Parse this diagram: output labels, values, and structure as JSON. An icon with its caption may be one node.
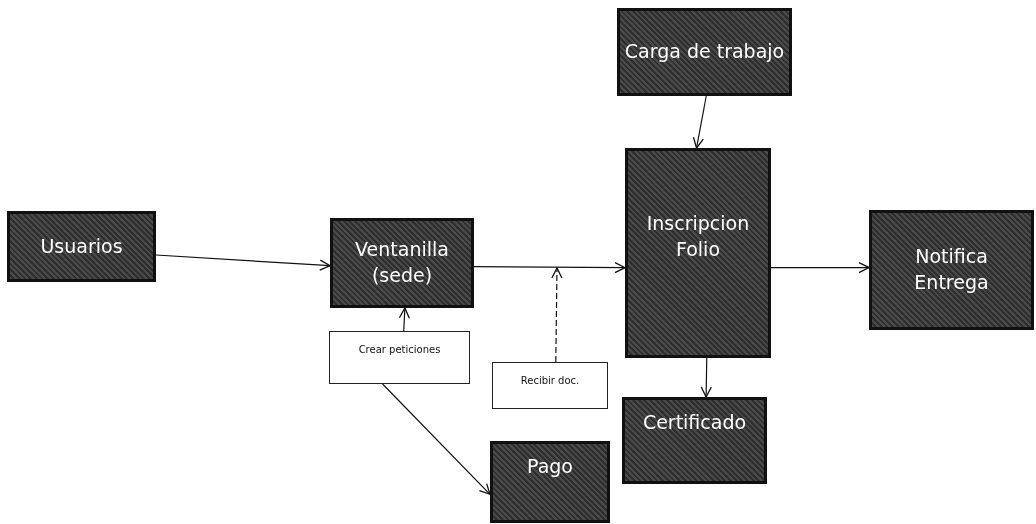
{
  "diagram": {
    "nodes": [
      {
        "text": [
          "Usuarios"
        ]
      },
      {
        "text": [
          "Ventanilla (sede)"
        ]
      },
      {
        "text": [
          "Carga de trabajo"
        ]
      },
      {
        "text": [
          "Inscripcion Folio"
        ]
      },
      {
        "text": [
          "Notifica Entrega"
        ]
      },
      {
        "text": [
          "Crear peticiones"
        ]
      },
      {
        "text": [
          "Recibir doc."
        ]
      },
      {
        "text": [
          "Certificado"
        ]
      },
      {
        "text": [
          "Pago"
        ]
      }
    ],
    "edges": [
      {
        "from": 0,
        "to": 1,
        "arrow": "to"
      },
      {
        "from": 1,
        "to": 3,
        "arrow": "to"
      },
      {
        "from": 2,
        "to": 3,
        "arrow": "to"
      },
      {
        "from": 3,
        "to": 4,
        "arrow": "to"
      },
      {
        "from": 3,
        "to": 7,
        "arrow": "to"
      },
      {
        "from": 5,
        "to": 1,
        "arrow": "to"
      },
      {
        "from": 6,
        "to": null,
        "arrow": "to",
        "style": "dashed"
      },
      {
        "from": 5,
        "to": 8,
        "arrow": "to"
      }
    ]
  }
}
